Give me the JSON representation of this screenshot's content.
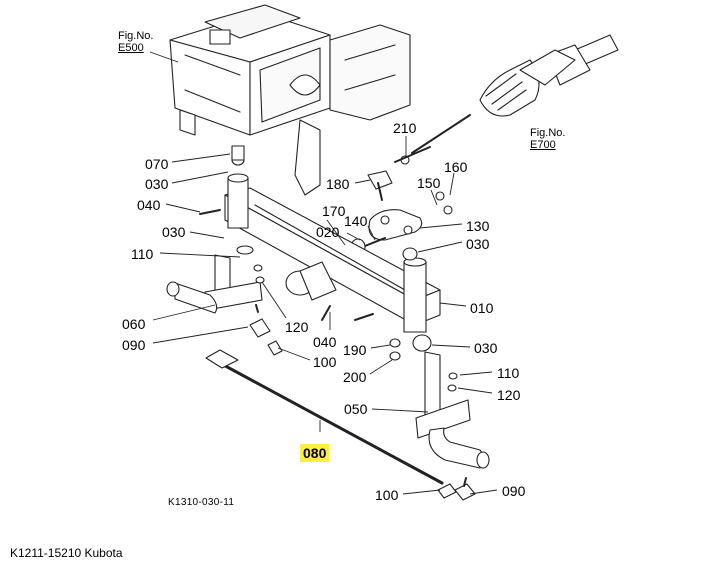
{
  "figure_refs": [
    {
      "id": "fig-e500",
      "line1": "Fig.No.",
      "line2": "E500"
    },
    {
      "id": "fig-e700",
      "line1": "Fig.No.",
      "line2": "E700"
    }
  ],
  "callouts": {
    "c070": "070",
    "c030a": "030",
    "c040a": "040",
    "c030b": "030",
    "c110a": "110",
    "c060": "060",
    "c090a": "090",
    "c120a": "120",
    "c100a": "100",
    "c210": "210",
    "c180": "180",
    "c170": "170",
    "c020": "020",
    "c140": "140",
    "c150": "150",
    "c160": "160",
    "c130": "130",
    "c030c": "030",
    "c010": "010",
    "c040b": "040",
    "c190": "190",
    "c030d": "030",
    "c200": "200",
    "c110b": "110",
    "c120b": "120",
    "c050": "050",
    "c080": "080",
    "c100b": "100",
    "c090b": "090"
  },
  "highlighted_part": "080",
  "highlight_color": "#ffef3a",
  "drawing_code": "K1310-030-11",
  "caption": "K1211-15210 Kubota"
}
